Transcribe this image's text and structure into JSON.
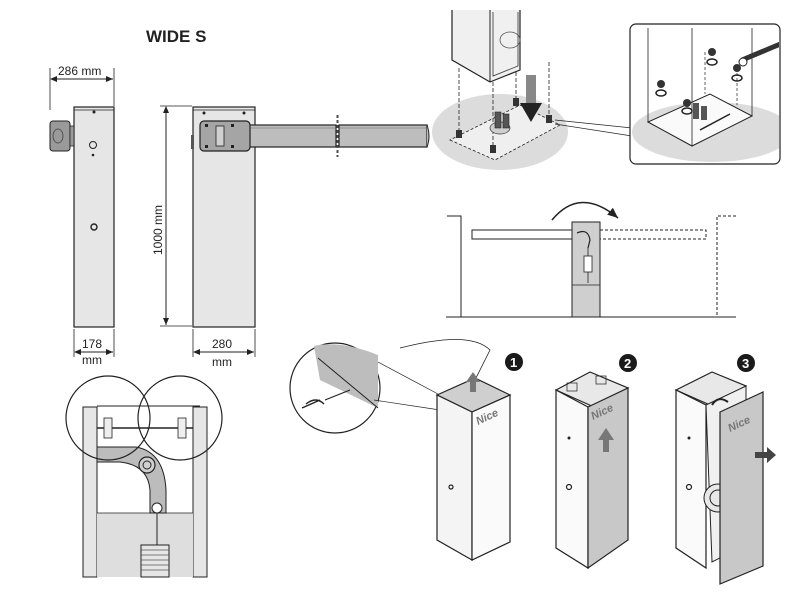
{
  "title": "WIDE S",
  "dimensions": {
    "width_top": "286 mm",
    "height": "1000 mm",
    "depth_value": "178",
    "depth_unit": "mm",
    "width_value": "280",
    "width_unit": "mm"
  },
  "steps": [
    "1",
    "2",
    "3"
  ],
  "brand": "Nice",
  "colors": {
    "line": "#222222",
    "cabinet_fill": "#e4e4e4",
    "panel_fill": "#c8c8c8",
    "boom_fill": "#bdbdbd",
    "ground_shadow": "#dcdcdc",
    "badge": "#1a1a1a"
  }
}
